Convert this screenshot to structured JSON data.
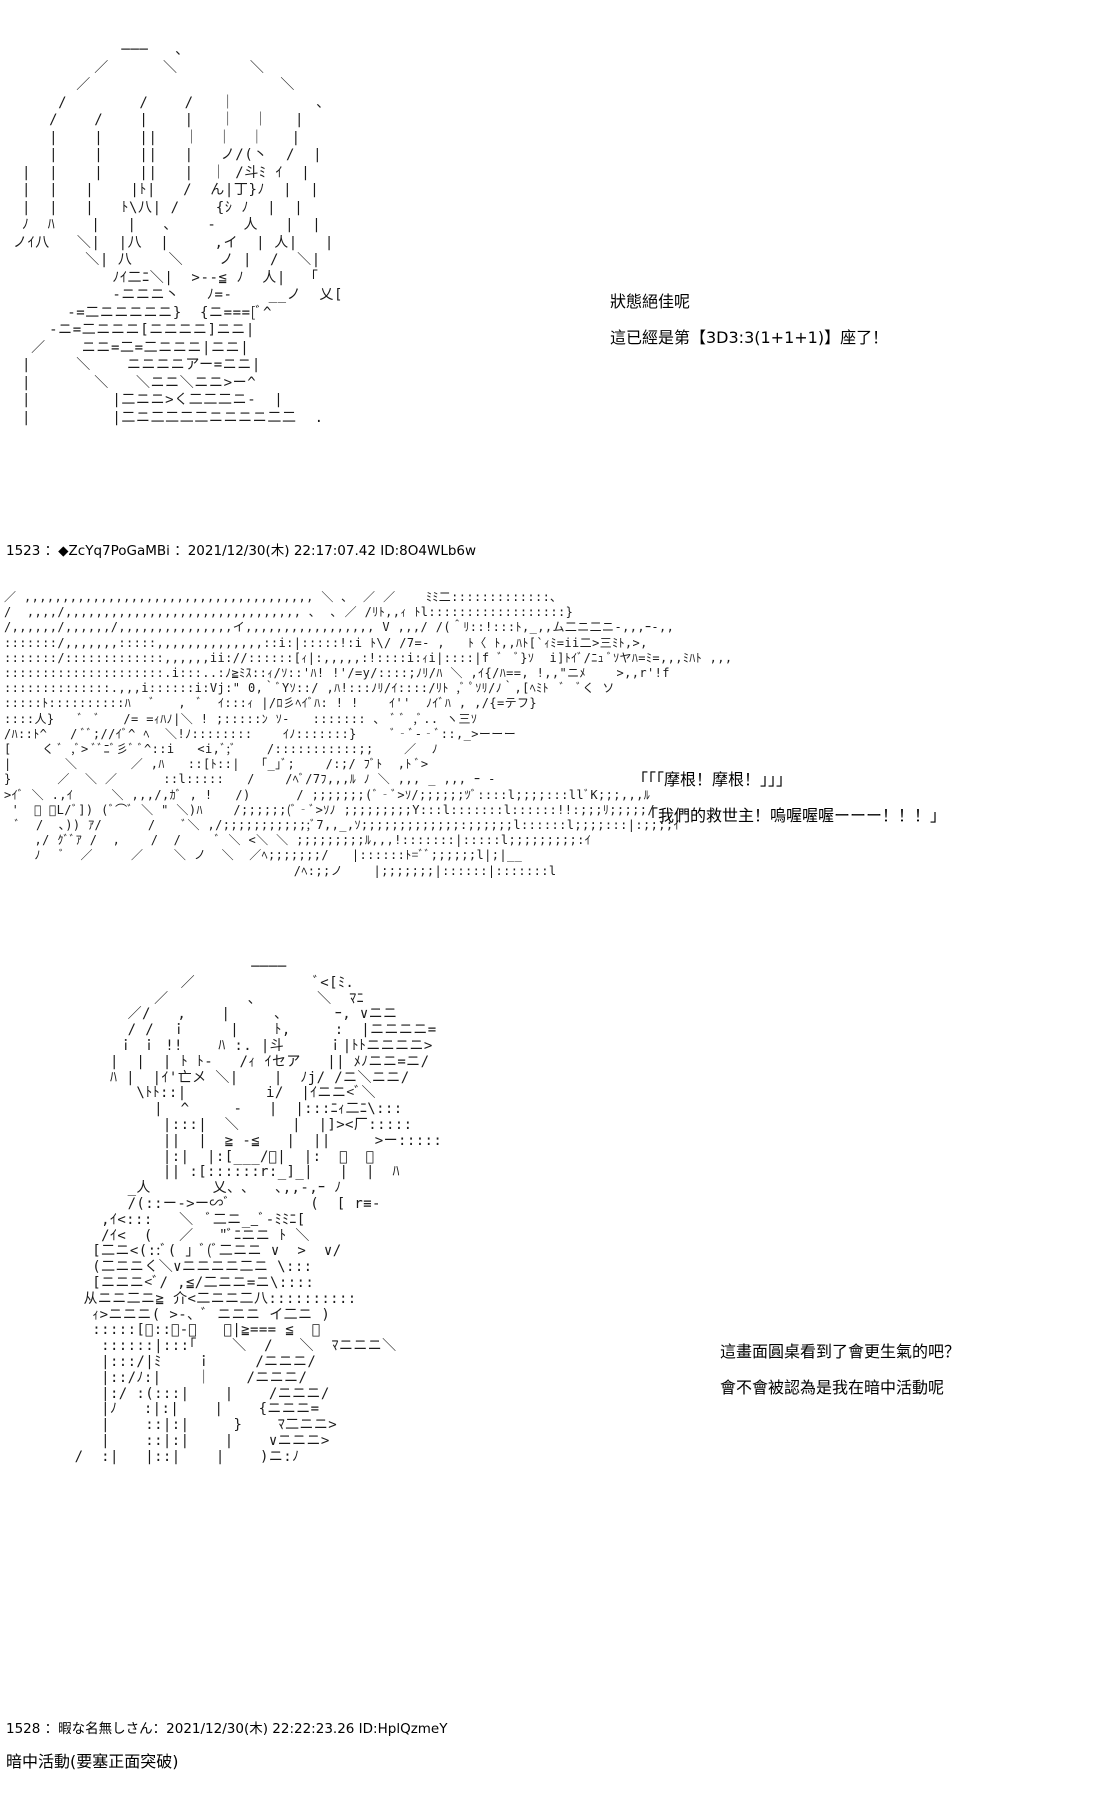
{
  "block1": {
    "art": "             ───   ､\n          ／      ＼        ＼\n        ／                     ＼\n      /        /    /   ｜         ､\n     /    /    |    |   ｜  ｜   |\n     |    |    ||   ｜  ｜  ｜   |\n     |    |    ||   |   ノ/(丶  /  |\n  |  |    |    ||   |  ｜ /斗ﾐ ｲ  |\n  |  |   |    |ﾄ|   /  ん|丁}ﾉ  |  |\n  |  |   |   ﾄ\\八| /    {ｼ ﾉ  |  |\n  ﾉ  ﾊ    |   |   ､    -   人   |  |\n ノｲ八   ＼|  |八  |     ,イ  | 人|   |\n         ＼| 八    ＼    ノ |  /  ＼|\n            ﾉｲ二ﾆ＼|  >-‐≦ ﾉ  人|  「\n            -ニニニ丶   ﾉ=-    __ノ  乂[\n       -=二ニニニニニ}  {ニ===[ﾞ^\n     -ニ=二ニニニ[ニニニニ]ニニ|\n   ／    ニニ=二=二ニニニ|ニニ|\n  |     ＼    ニニニニアー=ニニ|\n  |       ＼   ＼ニニ＼ニニ>ー^\n  |         |二ニニ>く二二二ニ‐  |\n  |         |二ニ二二二二ニニニニ二二  .",
    "lines": [
      "狀態絕佳呢",
      "這已經是第【3D3:3(1+1+1)】座了！"
    ]
  },
  "post1": {
    "meta": "1523 ：◆ZcYq7PoGaMBi ：2021/12/30(木) 22:17:07.42 ID:8O4WLb6w"
  },
  "block2": {
    "art": "／ ,,,,,,,,,,,,,,,,,,,,,,,,,,,,,,,,,,,,,, ＼ ､  ／ ／    ﾐﾐ二:::::::::::::､\n/  ,,,,/,,,,,,,,,,,,,,,,,,,,,,,,,,,,,,, ､  ､ ／ /ﾘﾄ,,ｨ ﾄl::::::::::::::::::}\n/,,,,,,/,,,,,,/,,,,,,,,,,,,,,,イ,,,,,,,,,,,,,,,,, V ,,,/ /(＾ﾘ::!:::ﾄ,_,,ム二ニ二ニ-,,,ｰ-,,\n:::::::/,,,,,,,:::::,,,,,,,,,,,,,,::i:|:::::!:i ﾄ\\/ /7=- ,   ﾄ〈 ﾄ,,ﾊﾄ[`ｨﾐ=ii二>三ﾐﾄ,>,\n:::::::/:::::::::::::,,,,,,ii://::::::[ｨ|:,,,,,:!::::i:ｨi|::::|f ﾞ  ﾞ}ｿ  i]ﾄｲﾞ/ﾆｭ ﾞｿヤﾊ=ﾐ=,,,ﾐﾊﾄ ,,,\n:::::::::::::::::::::.i:::..:ﾉ≧ﾐｽ::ｨ/ｿ::'ﾊ! !'/=y/::::;ﾉﾘ/ﾊ ＼ ,ｲ{/ﾊ==, !,,\"ニﾒ    >,,r'!f\n::::::::::::::.,,,i::::::i:Vj:\" 0,｀ﾞYｿ::/ ,ﾊ!:::ﾉﾘ/ｲ::::/ﾘﾄ ,ﾞ ﾟｿﾘ/ﾉ｀,[ﾍﾐﾄ  ﾞ  ﾞく ソ\n:::::ﾄ::::::::::ﾊ   ﾞ   ,  ﾞ  ｲ:::ｨ |/ﾛ彡ﾍｲﾞﾊ: ! !    ｲ''  ﾉｲﾞﾊ , ,/{=テフ}\n::::人}   ﾞ  ﾞ   /= =ｨﾊﾉ|＼ ! ;:::::ﾝ ｿ‐   ::::::: ､  ﾞ ﾞ ,ﾞ.. ヽ三ｿ\n/ﾊ::ﾄ^   / ﾞﾞ;//ｲﾞ^ ﾍ  ＼!ﾉ::::::::    ｲﾉ:::::::}     ﾞ‐ﾞ‐‐ﾞ::,_>ーーー\n[    く ﾞ ,ﾞ> ﾞﾞﾆﾞ彡ﾞ ﾞ^::i   <i,ﾞ;ﾞ    /:::::::::::;;    ／  ﾉ\n|       ＼       ／ ,ﾊ   ::[ﾄ::|  「_｣ﾞ;    /:;/ ﾌﾞﾄ  ,ﾄ ﾞ>\n}      ／  ＼ ／      ::l:::::   /    /ﾍﾞ/7ﾌ,,,ﾙ ﾉ ＼ ,,, _ ,,, ｰ -\n>ｲﾞ ＼ .,ｲ     ＼ ,,,/,ｶﾞ , !   /)      / ;;;;;;;(ﾞ‐ﾞ>ｿ/;;;;;;ﾂﾞ::::l;;;;:::llﾞK;;;,,,ﾙ\n '  ﾞ ﾞL/ﾞ]) (ﾞ⌒ﾞ ＼ \" ＼)ﾊ    /;;;;;;(ﾞ‐ﾞ>ｿﾉ ;;;;;;;;;Y:::l:::::::l::::::!!:;;;ﾘ;;;;;/\n  ﾞ  /  ､)) ｱ/      /    ﾞ＼ ,/;;;;;;;;;;;;ﾞ7,,_,ｿ;;;;;;;;;;;;;:;;;;;;l::::::l;;;;:::|:;;;;ｲ\n    ,/ ｸﾞﾞｱ /  ,    /  /     ﾞ ＼ <＼ ＼ ;;;;;;;;;ﾙ,,,!:::::::|:::::l;;;;;;;;;:ｲ\n    ﾉ   ﾞ  ／     ／    ＼ ノ  ＼  ／ﾍ;;;;;;;/   |::::::ﾄ=ﾞﾞ;;;;;;l|;|__\n                                      /ﾍ:;;ノ    |;;;;;;;|::::::|:::::::l",
    "lines": [
      "「「「摩根！摩根！」」」",
      "「我們的救世主！嗚喔喔喔ーーー！！！」"
    ]
  },
  "block3": {
    "art": "                            ────\n                    ／              ﾞ<[ﾐ.\n                 ／         ､       ＼  ﾏﾆ\n              ／/   ,    |     ､      ｰ, ∨ニニ\n              / /  ｉ     |    ﾄ,     :  |ニニニニ=\n             ｉ ｉ !!    ﾊ :. |斗     ｉ|ﾄﾄニニニニ>\n            |  |  | ﾄ ﾄ-   /ｨ ｲセア   || ﾒﾉニニ=ニ/\n            ﾊ |  |ｲ'亡メ ＼|    |  ﾉj/ /ニ＼ニニ/\n               \\ﾄﾄ::|         i/  |ｲニニ<ﾞ＼\n                 |  ^     -   |  |:::ﾆｨ二ﾆ\\:::\n                  |:::|  ＼      |  |]><厂:::::\n                  ||  |  ≧ -≦   |  ||     >ー:::::\n                  |:|  |:[___/ﾞ|  |:  ／  ／\n                  || :[::::::r:_]_|   |  |  ﾊ\n              _人       乂、､   ､,,-,ｰ ﾉ\n              /(::ー->ー∽ﾞ         (  [ r≡-\n           ,ｲ<:::   ＼  ﾞ二ニ__ﾞ-ﾐﾐﾆ[\n           /ｲ<  (   ／   \"ﾞﾆニニ ﾄ ＼\n          [二ニ<(::ﾞ( 」ﾞ(ﾞ二ニニ ∨  >  ∨/\n          (二ニニく＼∨ニニニニ二ニ \\:::\n          [ニニニ<ﾞ/ ,≦/二ニニ=ニ\\::::\n         从ニニ二ニ≧ 介<二ニニ二八::::::::::\n          ｨ>ニニニ( >-、ﾞ ニニニ イ二ニ )\n          :::::[ﾞ::ﾞ-ﾞ   ＼|≧=== ≦  ＼\n           ::::::|:::｢    ＼  /   ＼  ﾏニニニ＼\n           |:::/|ﾐ    ｉ     /ニニニ/\n           |::/ﾉ:|    ｜    /ニニニ/\n           |:/ :(:::|    |    /ニニニ/\n           |ﾉ   :|:|    |    {ニニニ=\n           |    ::|:|     }    ﾏ二ニニ>\n           |    ::|:|    |    ∨ニニニ>\n        /  :|   |::|    |    )ニ:ﾉ",
    "lines": [
      "這畫面圓桌看到了會更生氣的吧？",
      "會不會被認為是我在暗中活動呢"
    ]
  },
  "post2": {
    "meta": "1528 ：暇な名無しさん：2021/12/30(木) 22:22:23.26 ID:HplQzmeY",
    "caption": "暗中活動(要塞正面突破)"
  }
}
